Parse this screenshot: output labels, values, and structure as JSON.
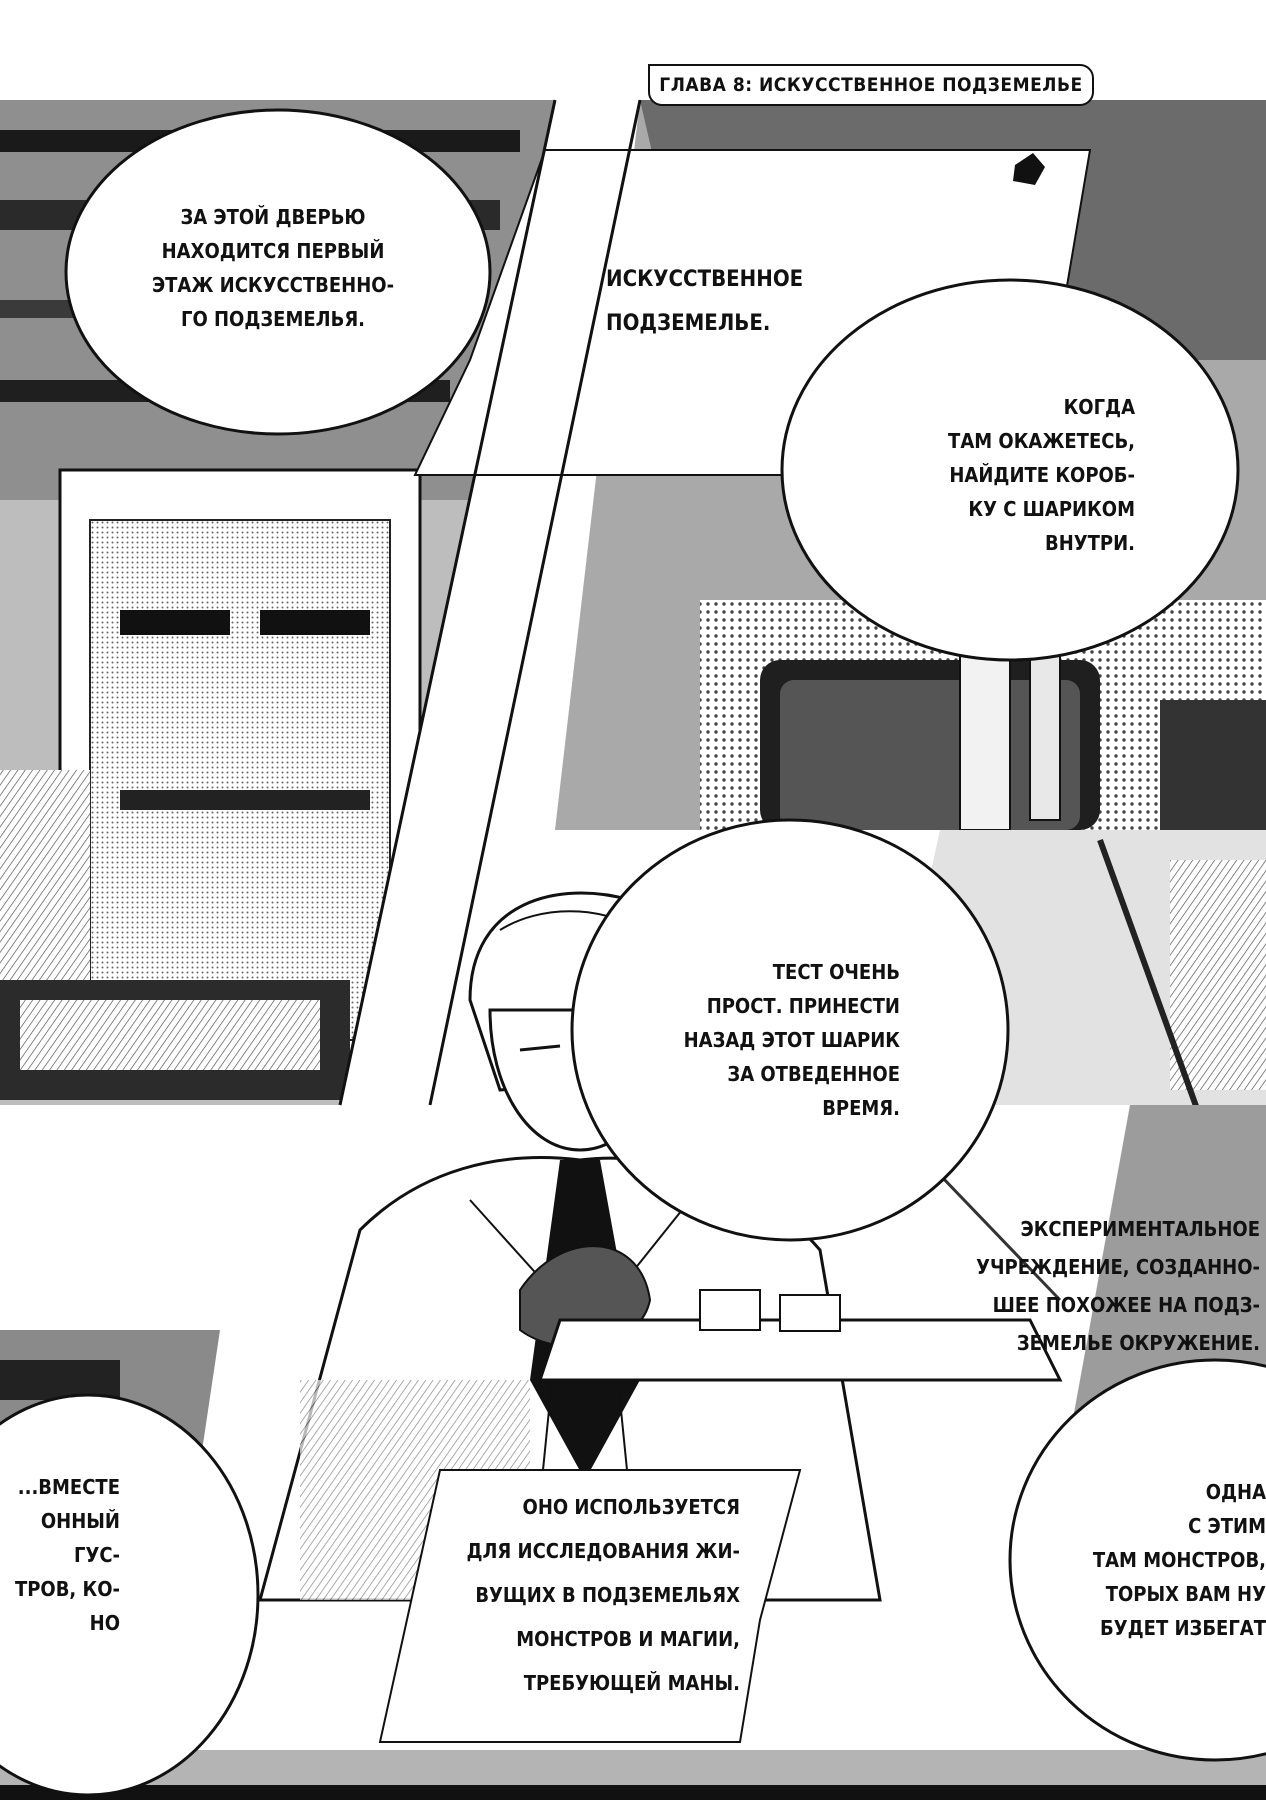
{
  "chapter_title": "Глава 8: Искусственное подземелье",
  "captions": {
    "dungeon_label": "Искусственное\nподземелье.",
    "experimental": "Экспериментальное\nучреждение, созданно-\nшее похожее на подз-\nземелье окружение."
  },
  "bubbles": {
    "door": "За этой дверью\nнаходится первый\nэтаж искусственно-\nго подземелья.",
    "box": "Когда\nтам окажетесь,\nнайдите короб-\nку с шариком\nвнутри.",
    "test": "Тест очень\nпрост. Принести\nназад этот шарик\nза отведенное\nвремя.",
    "left_cut": "...вместе\nонный гус-\nтров, ко-\nно",
    "research": "Оно используется\nдля исследования жи-\nвущих в подземельях\nмонстров и магии,\nтребующей маны.",
    "right_cut": "Одна\nс этим\nтам монстров,\nторых вам ну\nбудет избегат"
  },
  "colors": {
    "ink": "#111111",
    "paper": "#ffffff",
    "screentone_light": "#d6d6d6",
    "screentone_mid": "#9a9a9a",
    "screentone_dark": "#3a3a3a"
  }
}
